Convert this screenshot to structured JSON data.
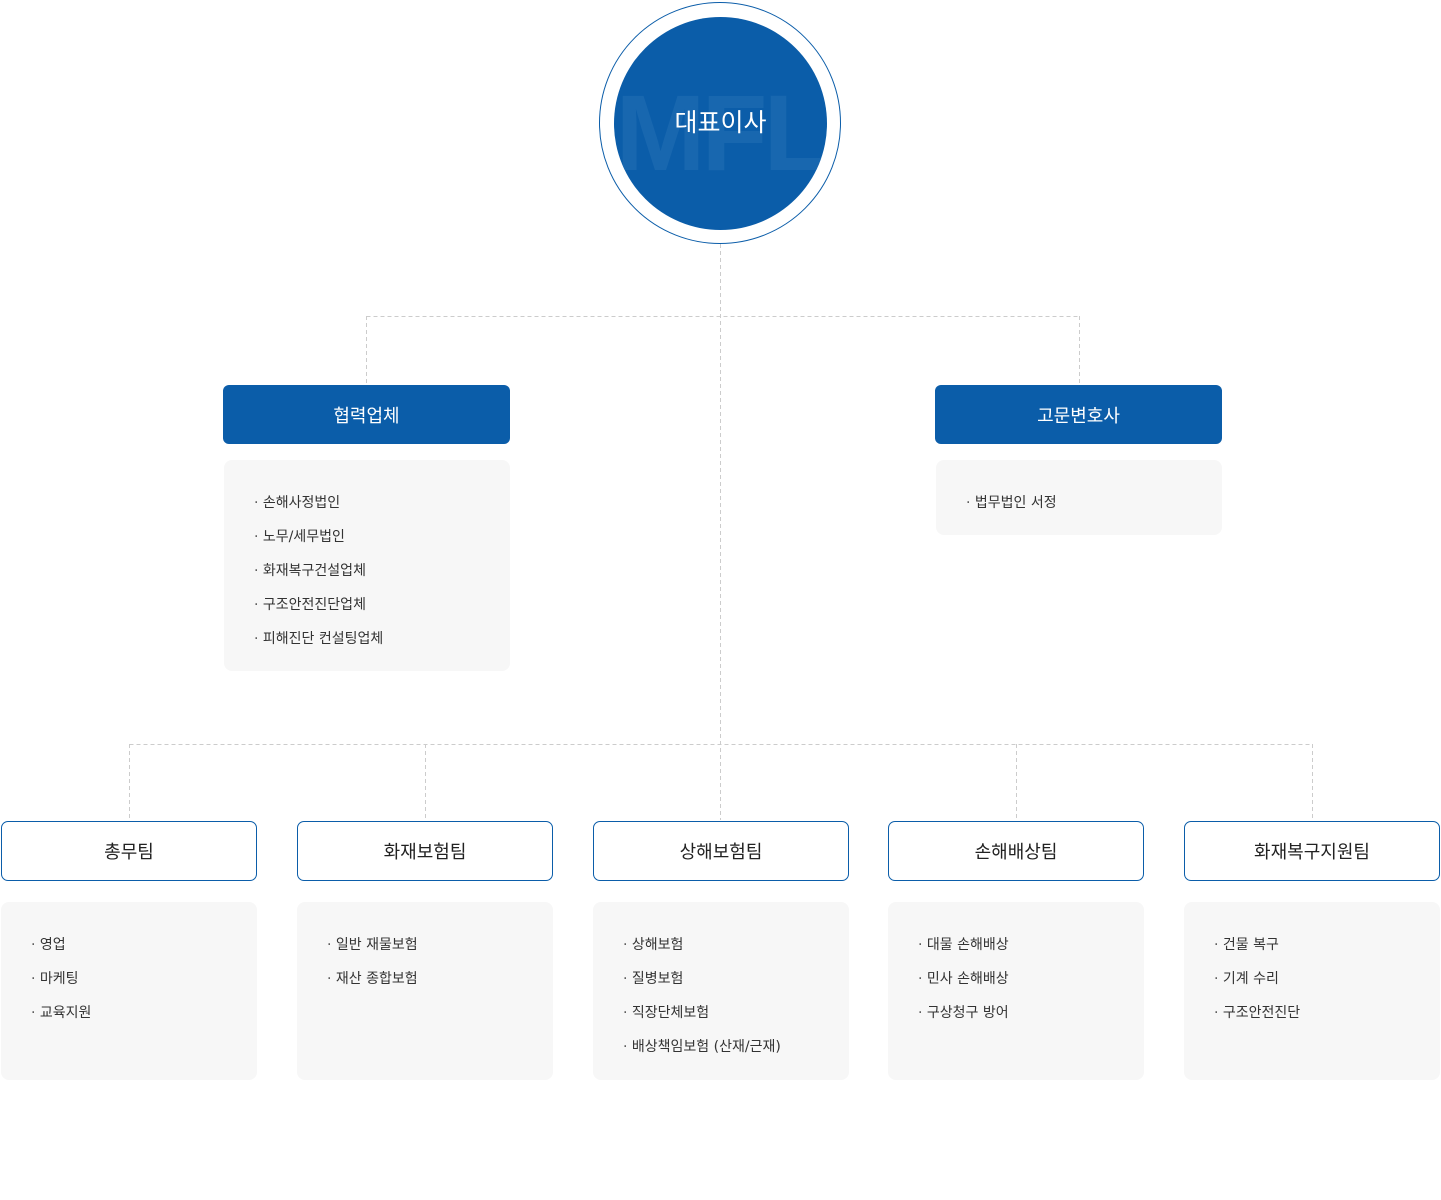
{
  "ceo": {
    "title": "대표이사",
    "watermark": "MFL"
  },
  "advisory": [
    {
      "label": "협력업체",
      "items": [
        "손해사정법인",
        "노무/세무법인",
        "화재복구건설업체",
        "구조안전진단업체",
        "피해진단 컨설팅업체"
      ]
    },
    {
      "label": "고문변호사",
      "items": [
        "법무법인 서정"
      ]
    }
  ],
  "teams": [
    {
      "label": "총무팀",
      "items": [
        "영업",
        "마케팅",
        "교육지원"
      ]
    },
    {
      "label": "화재보험팀",
      "items": [
        "일반 재물보험",
        "재산 종합보험"
      ]
    },
    {
      "label": "상해보험팀",
      "items": [
        "상해보험",
        "질병보험",
        "직장단체보험",
        "배상책임보험 (산재/근재)"
      ]
    },
    {
      "label": "손해배상팀",
      "items": [
        "대물 손해배상",
        "민사 손해배상",
        "구상청구 방어"
      ]
    },
    {
      "label": "화재복구지원팀",
      "items": [
        "건물 복구",
        "기계 수리",
        "구조안전진단"
      ]
    }
  ],
  "colors": {
    "primary": "#0b5da9",
    "connector": "#cccccc",
    "panel": "#f7f7f7"
  }
}
